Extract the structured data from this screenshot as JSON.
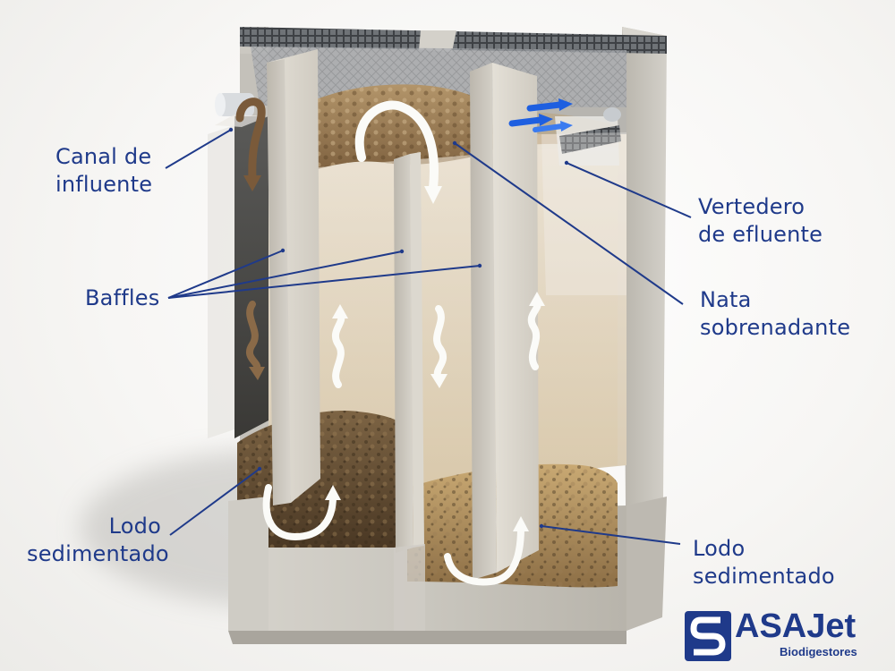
{
  "labels": {
    "influent_channel": [
      "Canal de",
      "influente"
    ],
    "effluent_weir": [
      "Vertedero",
      "de efluente"
    ],
    "baffles": [
      "Baffles"
    ],
    "scum": [
      "Nata",
      "sobrenadante"
    ],
    "sludge_left": [
      "Lodo",
      "sedimentado"
    ],
    "sludge_right": [
      "Lodo",
      "sedimentado"
    ]
  },
  "logo": {
    "word": "ASAJet",
    "subtitle": "Biodigestores"
  },
  "colors": {
    "label_text": "#1f3a8a",
    "leader_line": "#1f3a8a",
    "influent_flow": "#7a5a3a",
    "effluent_flow": "#1e5fe0",
    "internal_flow": "#fbfbf8",
    "concrete": "#c9c6bf",
    "sludge": "#6b5436",
    "scum": "#9b7c52"
  },
  "icons": {
    "flow_arrow": "curved-arrow-icon",
    "logo_mark": "asajet-logo-icon"
  }
}
